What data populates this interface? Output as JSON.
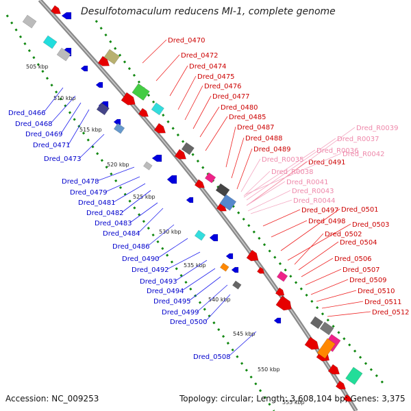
{
  "title": "Desulfotomaculum reducens MI-1, complete genome",
  "accession": "Accession: NC_009253",
  "info": "Topology: circular; Length: 3,608,104 bp; Genes: 3,375",
  "colors": {
    "forward_label": "#cc0000",
    "reverse_label": "#0000cc",
    "rna_label": "#ee88aa",
    "backbone": "#8a8a8a",
    "tick": "#118811"
  },
  "scale_ticks": [
    "505 kbp",
    "510 kbp",
    "515 kbp",
    "520 kbp",
    "525 kbp",
    "530 kbp",
    "535 kbp",
    "540 kbp",
    "545 kbp",
    "550 kbp",
    "555 kbp"
  ],
  "forward_labels": [
    "Dred_0470",
    "Dred_0472",
    "Dred_0474",
    "Dred_0475",
    "Dred_0476",
    "Dred_0477",
    "Dred_0480",
    "Dred_0485",
    "Dred_0487",
    "Dred_0488",
    "Dred_0489",
    "Dred_0491",
    "Dred_0497",
    "Dred_0498",
    "Dred_0501",
    "Dred_0503",
    "Dred_0502",
    "Dred_0504",
    "Dred_0506",
    "Dred_0507",
    "Dred_0509",
    "Dred_0510",
    "Dred_0511",
    "Dred_0512"
  ],
  "rna_labels": [
    "Dred_R0039",
    "Dred_R0037",
    "Dred_R0036",
    "Dred_R0042",
    "Dred_R0035",
    "Dred_R0038",
    "Dred_R0041",
    "Dred_R0043",
    "Dred_R0044"
  ],
  "reverse_labels": [
    "Dred_0466",
    "Dred_0468",
    "Dred_0469",
    "Dred_0471",
    "Dred_0473",
    "Dred_0478",
    "Dred_0479",
    "Dred_0481",
    "Dred_0482",
    "Dred_0483",
    "Dred_0484",
    "Dred_0486",
    "Dred_0490",
    "Dred_0492",
    "Dred_0493",
    "Dred_0494",
    "Dred_0495",
    "Dred_0499",
    "Dred_0500",
    "Dred_0508"
  ]
}
